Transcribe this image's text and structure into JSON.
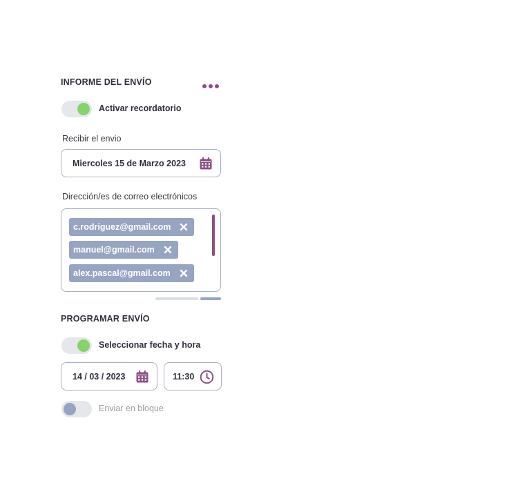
{
  "report": {
    "title": "INFORME DEL ENVÍO",
    "reminder_toggle": {
      "label": "Activar recordatorio",
      "on": true
    },
    "receive_label": "Recibir el envio",
    "receive_date": "Miercoles 15 de Marzo 2023",
    "emails_label": "Dirección/es de correo electrónicos",
    "emails": [
      {
        "address": "c.rodriguez@gmail.com"
      },
      {
        "address": "manuel@gmail.com"
      },
      {
        "address": "alex.pascal@gmail.com"
      }
    ]
  },
  "schedule": {
    "title": "PROGRAMAR ENVÍO",
    "date_time_toggle": {
      "label": "Seleccionar fecha y hora",
      "on": true
    },
    "date": "14 / 03 / 2023",
    "time": "11:30",
    "block_toggle": {
      "label": "Enviar en bloque",
      "on": false
    }
  },
  "colors": {
    "accent": "#8b4f86",
    "toggle_on": "#86d36b",
    "chip": "#97a4c2",
    "border": "#a6afc9"
  },
  "icons": [
    "more-options-icon",
    "calendar-icon",
    "close-icon",
    "clock-icon"
  ]
}
